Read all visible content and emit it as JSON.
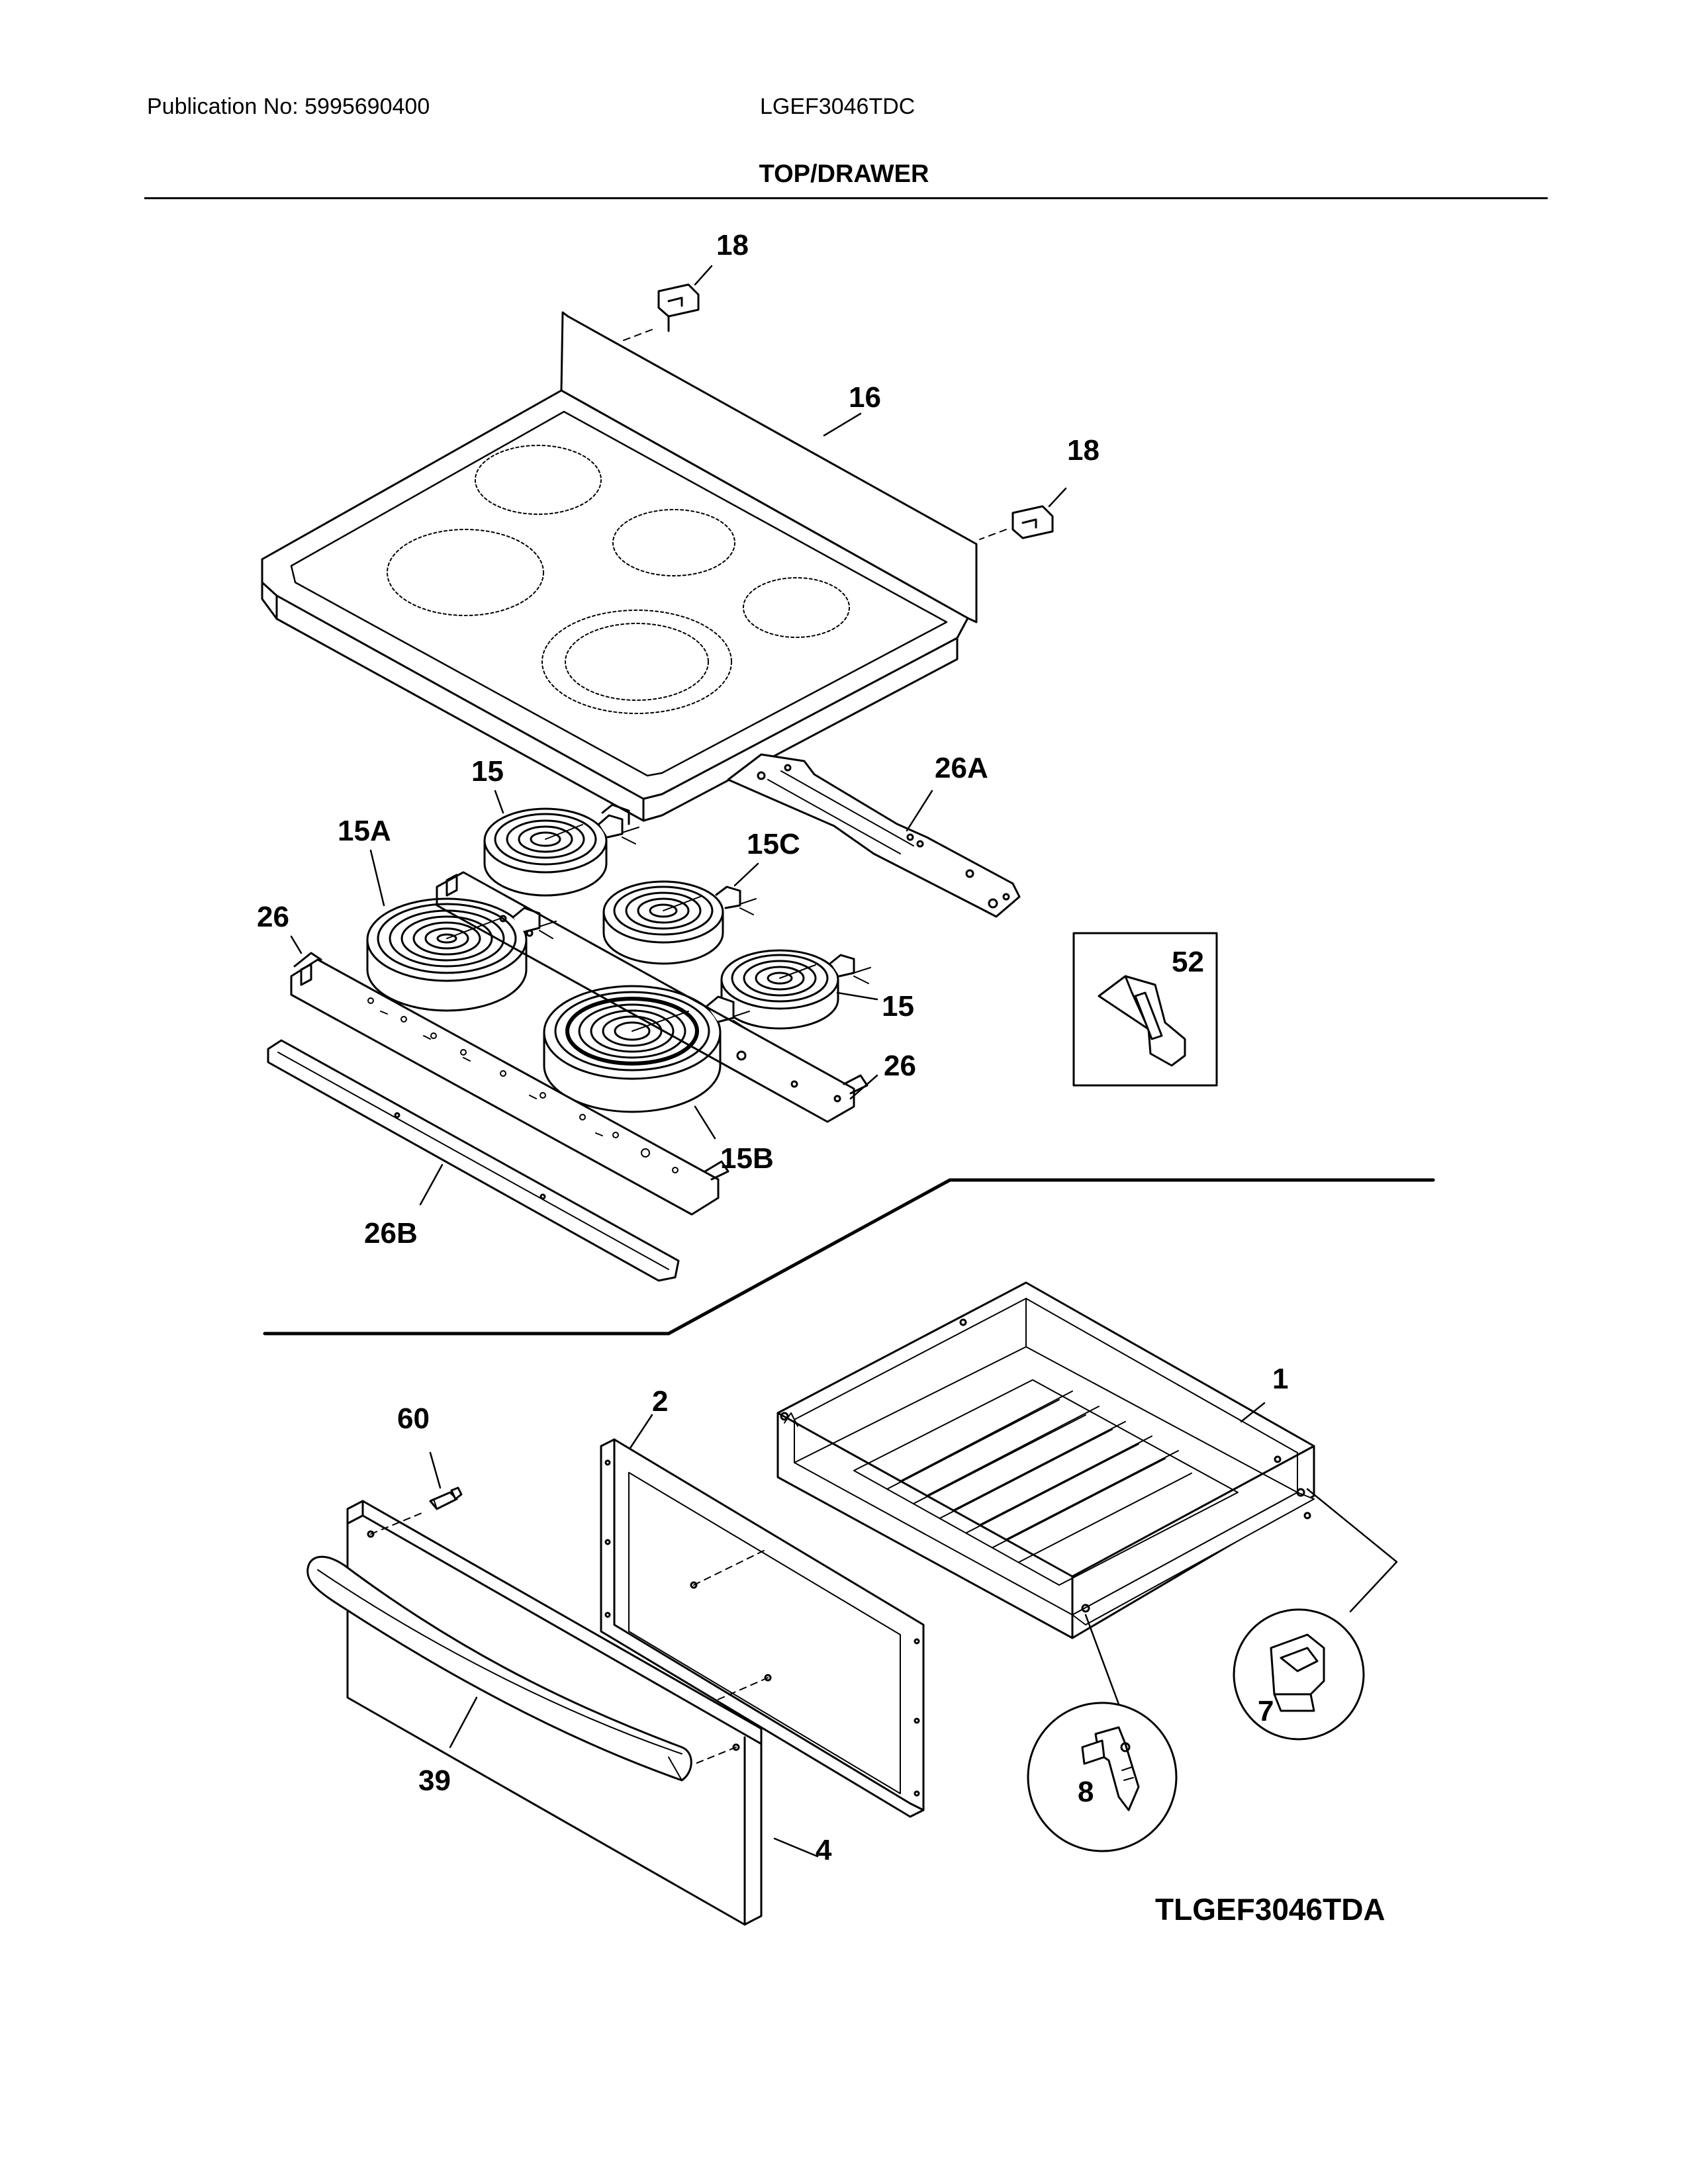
{
  "header": {
    "publication": "Publication No: 5995690400",
    "model": "LGEF3046TDC",
    "section_title": "TOP/DRAWER"
  },
  "figure_code": "TLGEF3046TDA",
  "callouts": {
    "c18a": "18",
    "c18b": "18",
    "c16": "16",
    "c26A": "26A",
    "c15a": "15",
    "c15A": "15A",
    "c15C": "15C",
    "c26a": "26",
    "c15b": "15",
    "c26b": "26",
    "c15B": "15B",
    "c26B": "26B",
    "c52": "52",
    "c1": "1",
    "c2": "2",
    "c60": "60",
    "c39": "39",
    "c4": "4",
    "c7": "7",
    "c8": "8"
  }
}
